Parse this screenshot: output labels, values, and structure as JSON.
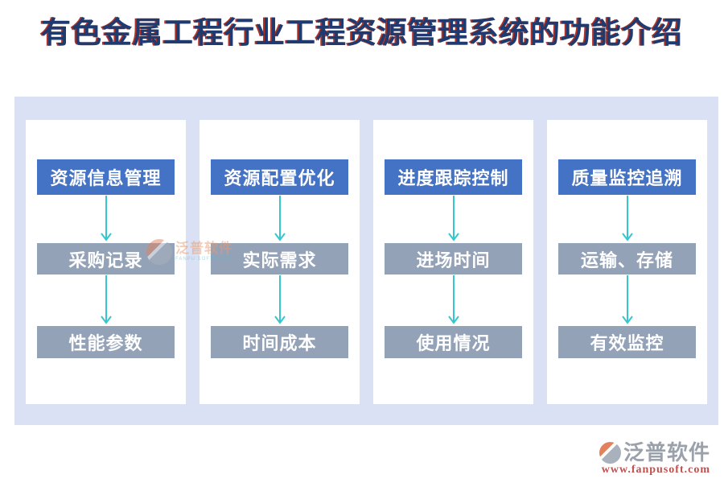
{
  "page": {
    "title": "有色金属工程行业工程资源管理系统的功能介绍"
  },
  "columns": [
    {
      "header": "资源信息管理",
      "steps": [
        "采购记录",
        "性能参数"
      ]
    },
    {
      "header": "资源配置优化",
      "steps": [
        "实际需求",
        "时间成本"
      ]
    },
    {
      "header": "进度跟踪控制",
      "steps": [
        "进场时间",
        "使用情况"
      ]
    },
    {
      "header": "质量监控追溯",
      "steps": [
        "运输、存储",
        "有效监控"
      ]
    }
  ],
  "watermark": {
    "brand": "泛普软件",
    "subtitle": "FANPU SOFTWARE"
  },
  "footer": {
    "brand": "泛普软件",
    "url": "www.fanpusoft.com"
  },
  "colors": {
    "title_navy": "#1e3a6e",
    "title_red_fringe": "#b23227",
    "band_lavender": "#dbe1f4",
    "header_blue": "#4472c4",
    "step_gray": "#94a2b8",
    "arrow_cyan": "#35c6cf",
    "logo_orange": "#e2825c",
    "logo_gray": "#a9b2bc",
    "footer_brand_gray": "#9aa1aa",
    "footer_url_red": "#c0504d"
  }
}
